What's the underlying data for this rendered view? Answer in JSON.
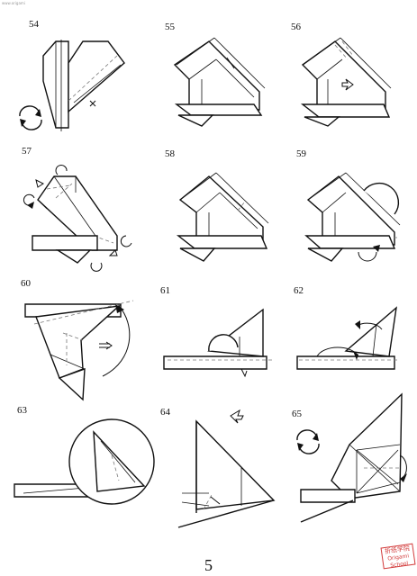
{
  "corner_mark": "www.origami",
  "steps": [
    "54",
    "55",
    "56",
    "57",
    "58",
    "59",
    "60",
    "61",
    "62",
    "63",
    "64",
    "65"
  ],
  "page_number": "5",
  "seal": {
    "cn": "折纸学院",
    "en": "Origami School"
  },
  "icons": {
    "rotate": "rotate-icon",
    "push": "push-arrow-icon",
    "fold": "fold-arrow-icon"
  }
}
